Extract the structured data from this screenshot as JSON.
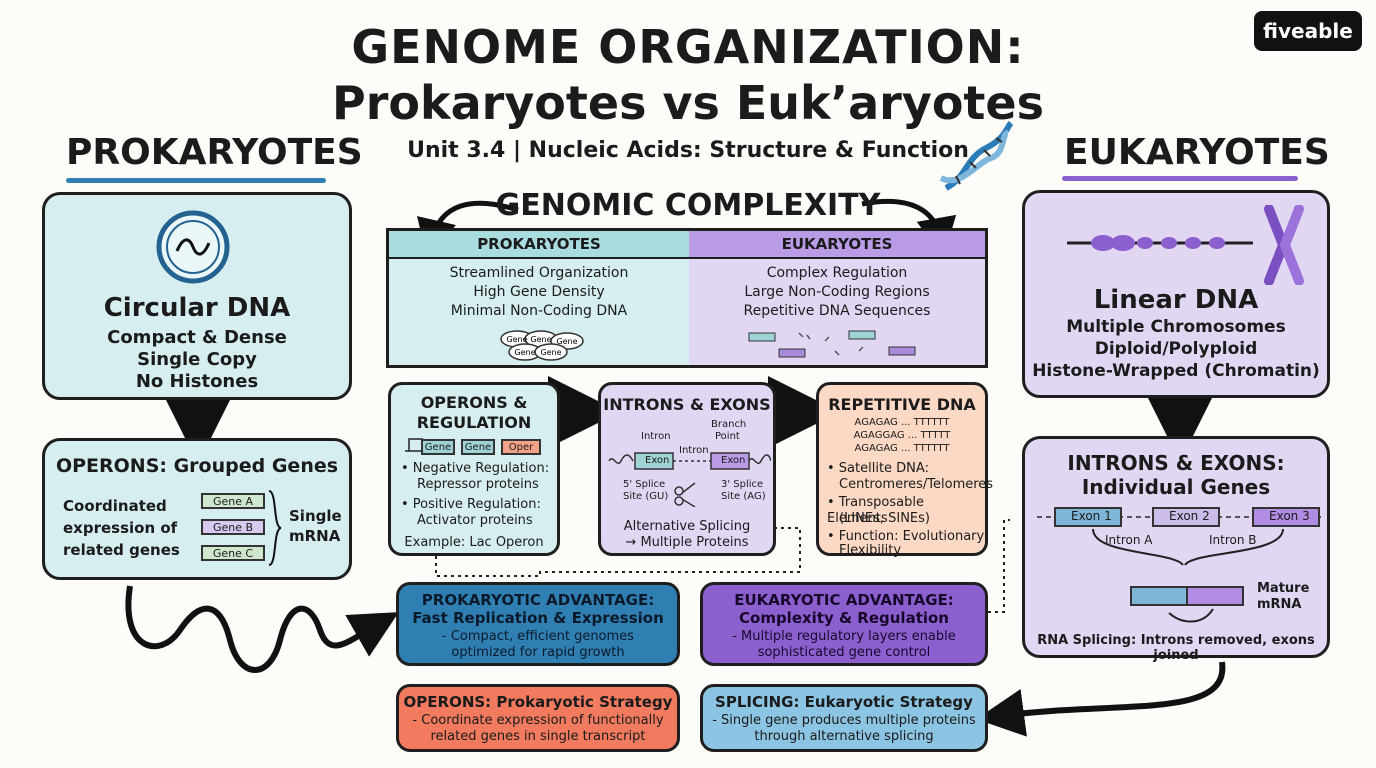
{
  "brand": "fiveable",
  "title_line1": "GENOME ORGANIZATION:",
  "title_line2": "Prokaryotes vs Euk’aryotes",
  "subtitle": "Unit 3.4 | Nucleic Acids: Structure & Function",
  "left_heading": "PROKARYOTES",
  "right_heading": "EUKARYOTES",
  "prok_dna": {
    "title": "Circular DNA",
    "lines": [
      "Compact & Dense",
      "Single Copy",
      "No Histones"
    ]
  },
  "prok_operons": {
    "title": "OPERONS: Grouped Genes",
    "desc": [
      "Coordinated",
      "expression of",
      "related genes"
    ],
    "genes": [
      "Gene A",
      "Gene B",
      "Gene C"
    ],
    "result": [
      "Single",
      "mRNA"
    ]
  },
  "euk_dna": {
    "title": "Linear DNA",
    "lines": [
      "Multiple Chromosomes",
      "Diploid/Polyploid",
      "Histone-Wrapped (Chromatin)"
    ]
  },
  "euk_introns": {
    "title": [
      "INTRONS & EXONS:",
      "Individual Genes"
    ],
    "exons": [
      "Exon 1",
      "Exon 2",
      "Exon 3"
    ],
    "introns": [
      "Intron A",
      "Intron B"
    ],
    "mature": [
      "Mature",
      "mRNA"
    ],
    "caption": "RNA Splicing: Introns removed, exons joined"
  },
  "complexity": {
    "title": "GENOMIC COMPLEXITY",
    "prok_head": "PROKARYOTES",
    "euk_head": "EUKARYOTES",
    "prok_lines": [
      "Streamlined Organization",
      "High Gene Density",
      "Minimal Non-Coding DNA"
    ],
    "euk_lines": [
      "Complex Regulation",
      "Large Non-Coding Regions",
      "Repetitive DNA Sequences"
    ],
    "gene_blobs": [
      "Gene",
      "Gene",
      "Gene",
      "Gene",
      "Gene"
    ]
  },
  "operons_reg": {
    "title": [
      "OPERONS &",
      "REGULATION"
    ],
    "genes": [
      "Gene",
      "Gene",
      "Oper"
    ],
    "bullets": [
      "• Negative Regulation:",
      "Repressor proteins",
      "• Positive Regulation:",
      "Activator proteins"
    ],
    "example": "Example: Lac Operon"
  },
  "introns_exons": {
    "title": "INTRONS & EXONS",
    "intron": "Intron",
    "intron2": "Intron",
    "branch": [
      "Branch",
      "Point"
    ],
    "exon": "Exon",
    "five_splice": [
      "5' Splice",
      "Site (GU)"
    ],
    "three_splice": [
      "3' Splice",
      "Site (AG)"
    ],
    "alt": [
      "Alternative Splicing",
      "→ Multiple Proteins"
    ]
  },
  "repetitive": {
    "title": "REPETITIVE DNA",
    "seqs": [
      "AGAGAG ... TTTTTT",
      "AGAGGAG ... TTTTT",
      "AGAGAG ... TTTTTT"
    ],
    "bullets": [
      "• Satellite DNA:",
      "Centromeres/Telomeres",
      "• Transposable Elements",
      "(LINEs, SINEs)",
      "• Function: Evolutionary",
      "Flexibility"
    ]
  },
  "prok_adv": {
    "title": [
      "PROKARYOTIC ADVANTAGE:",
      "Fast Replication & Expression"
    ],
    "desc": [
      "- Compact, efficient genomes",
      "optimized for rapid growth"
    ]
  },
  "euk_adv": {
    "title": [
      "EUKARYOTIC ADVANTAGE:",
      "Complexity & Regulation"
    ],
    "desc": [
      "- Multiple regulatory layers enable",
      "sophisticated gene control"
    ]
  },
  "operon_strategy": {
    "title": "OPERONS: Prokaryotic Strategy",
    "desc": [
      "- Coordinate expression of functionally",
      "related genes in single transcript"
    ]
  },
  "splicing_strategy": {
    "title": "SPLICING: Eukaryotic Strategy",
    "desc": [
      "- Single gene produces multiple proteins",
      "through alternative splicing"
    ]
  },
  "colors": {
    "prok": "#d6eef0",
    "euk": "#e1d7f3",
    "repetitive": "#fcd9c4",
    "prok_adv": "#2f7fb2",
    "euk_adv": "#8c5fcf",
    "operon_strategy": "#f27a5e",
    "splicing_strategy": "#8cc4e3"
  }
}
